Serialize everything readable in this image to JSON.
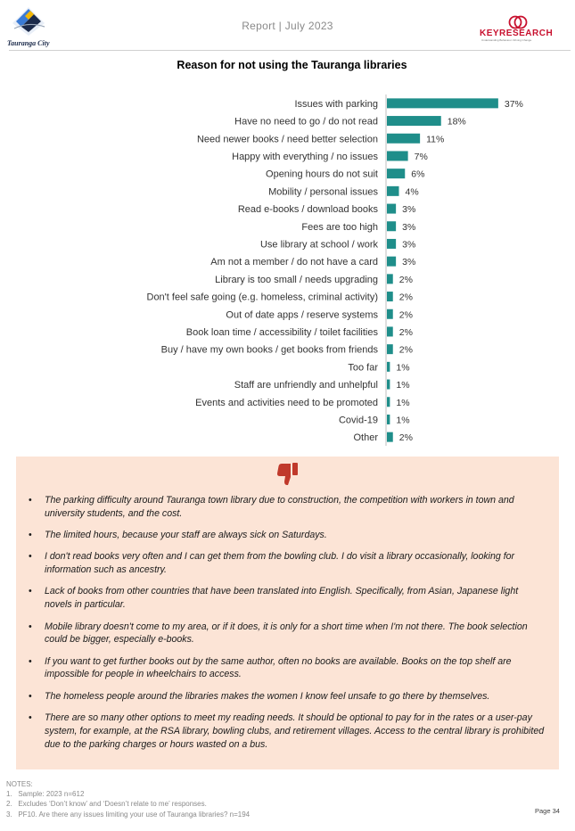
{
  "header": {
    "org_name": "Tauranga City",
    "report_title": "Report | July 2023",
    "brand_name": "KEYRESEARCH",
    "brand_tagline": "Understanding Behaviour. Driving Change."
  },
  "colors": {
    "bar": "#1f8e8a",
    "quote_box": "#fce4d6",
    "thumb": "#c0392b",
    "brand_red": "#c8102e"
  },
  "chart_data": {
    "type": "bar",
    "orientation": "horizontal",
    "title": "Reason for not using the Tauranga libraries",
    "value_suffix": "%",
    "categories": [
      "Issues with parking",
      "Have no need to go / do not read",
      "Need newer books / need better selection",
      "Happy with everything / no issues",
      "Opening hours do not suit",
      "Mobility / personal issues",
      "Read e-books / download books",
      "Fees are too high",
      "Use library at school / work",
      "Am not a member / do not have a card",
      "Library is too small / needs upgrading",
      "Don't feel safe going (e.g. homeless, criminal activity)",
      "Out of date apps / reserve systems",
      "Book loan time / accessibility / toilet facilities",
      "Buy / have my own books / get books from friends",
      "Too far",
      "Staff are unfriendly and unhelpful",
      "Events and activities need to be promoted",
      "Covid-19",
      "Other"
    ],
    "values": [
      37,
      18,
      11,
      7,
      6,
      4,
      3,
      3,
      3,
      3,
      2,
      2,
      2,
      2,
      2,
      1,
      1,
      1,
      1,
      2
    ],
    "xlim": [
      0,
      40
    ],
    "grid": false,
    "legend": "none"
  },
  "quotes": {
    "icon": "thumbs-down-icon",
    "items": [
      "The parking difficulty around Tauranga town library due to construction, the competition with workers in town and university students, and the cost.",
      "The limited hours, because your staff are always sick on Saturdays.",
      "I don't read books very often and I can get them from the bowling club. I do visit a library occasionally, looking for information such as ancestry.",
      "Lack of books from other countries that have been translated into English. Specifically, from Asian, Japanese light novels in particular.",
      "Mobile library doesn't come to my area, or if it does, it is only for a short time when I'm not there. The book selection could be bigger, especially e-books.",
      "If you want to get further books out by the same author, often no books are available. Books on the top shelf are impossible for people in wheelchairs to access.",
      "The homeless people around the libraries makes the women I know feel unsafe to go there by themselves.",
      "There are so many other options to meet my reading needs. It should be optional to pay for in the rates or a user-pay system, for example, at the RSA library, bowling clubs, and retirement villages. Access to the central library is prohibited due to the parking charges or hours wasted on a bus."
    ]
  },
  "notes": {
    "heading": "NOTES:",
    "items": [
      "1.   Sample: 2023 n=612",
      "2.   Excludes ‘Don’t know’ and ‘Doesn’t relate to me’ responses.",
      "3.   PF10. Are there any issues limiting your use of Tauranga libraries? n=194"
    ]
  },
  "page": {
    "label": "Page 34"
  }
}
